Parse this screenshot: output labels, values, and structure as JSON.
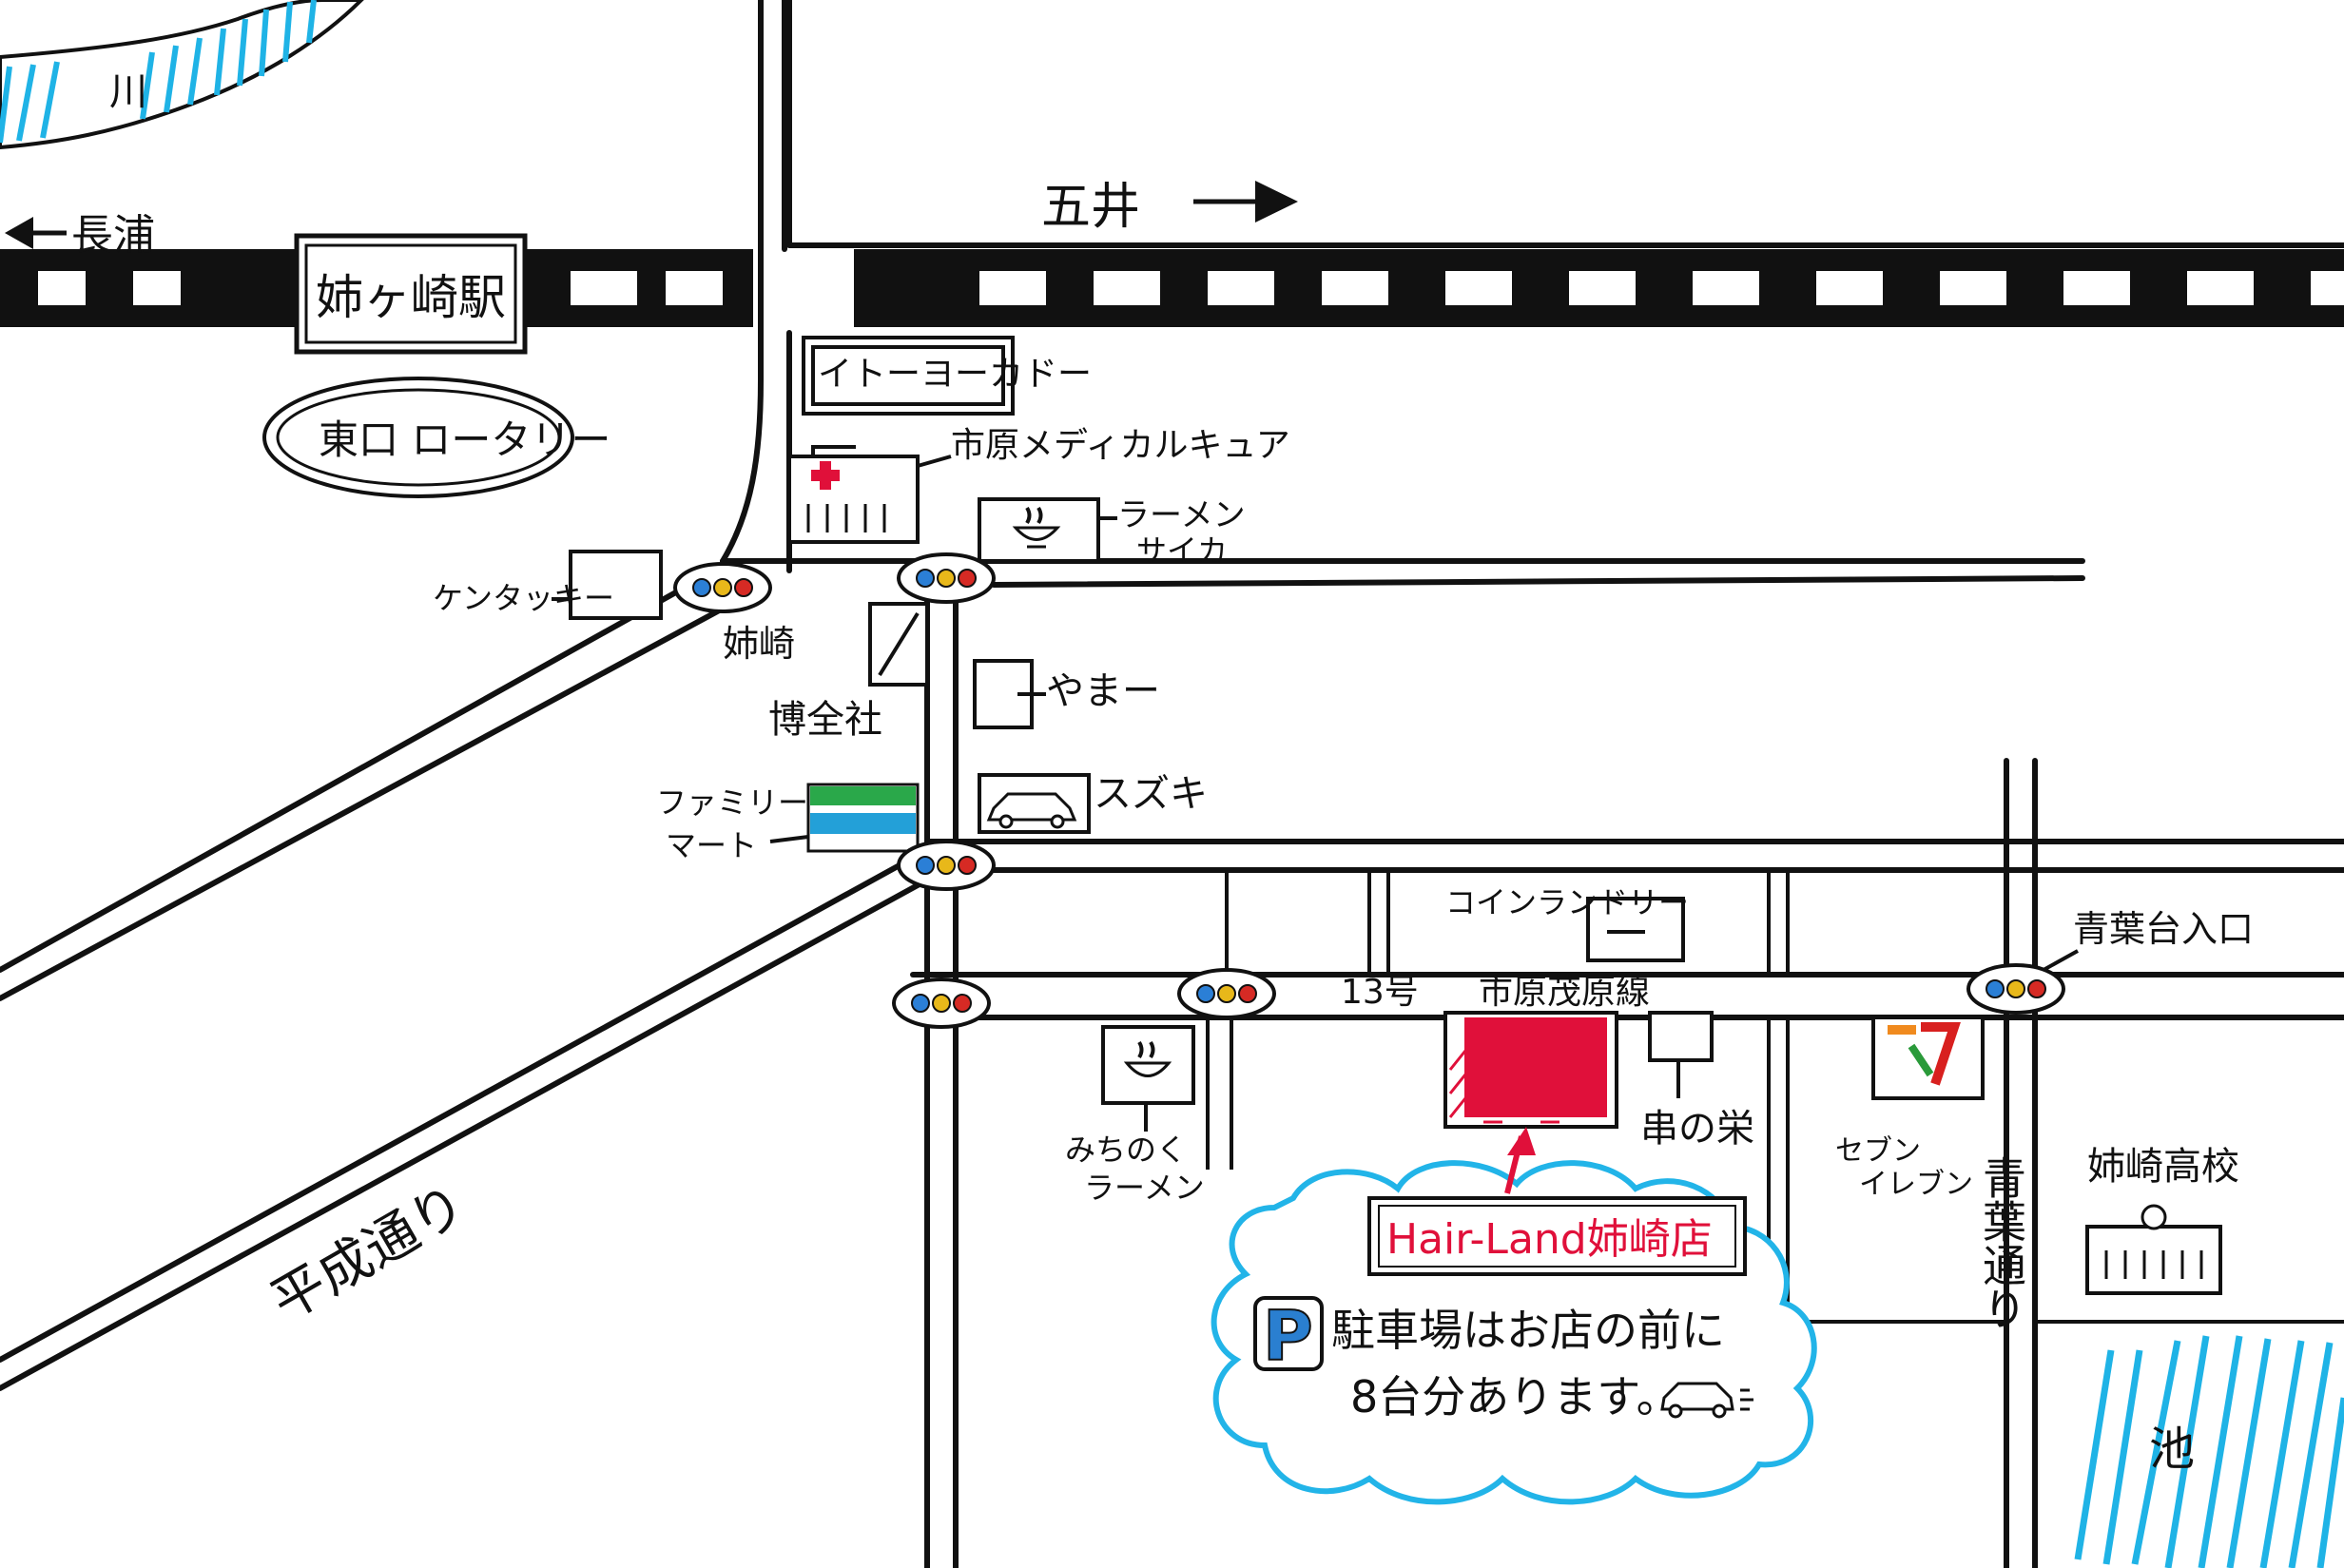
{
  "labels": {
    "station": "姉ヶ崎駅",
    "rotary": "東口 ロータリー",
    "nagaura": "長浦",
    "goi": "五井",
    "river": "川",
    "itoyokado": "イトーヨーカドー",
    "medical": "市原メディカルキュア",
    "ramen_saika": "ラーメン",
    "ramen_saika2": "サイカ",
    "kentucky": "ケンタッキー",
    "signal_anegasaki": "姉崎",
    "hakuzensha": "博全社",
    "yamaichi": "やまー",
    "suzuki": "スズキ",
    "familymart_1": "ファミリー",
    "familymart_2": "マート",
    "coin_laundry": "コインランドリー",
    "route_13": "13号",
    "route_name": "市原茂原線",
    "kushinoei": "串の栄",
    "michinoku_1": "みちのく",
    "michinoku_2": "ラーメン",
    "seven_1": "セブン",
    "seven_2": "イレブン",
    "aobadai": "青葉台入口",
    "aoba_road": "青葉通り",
    "high_school": "姉崎高校",
    "heisei": "平成通り",
    "pond": "池",
    "shop_name": "Hair-Land姉崎店",
    "parking_line1": "駐車場はお店の前に",
    "parking_line2": "8台分あります。",
    "parking_icon": "P"
  },
  "icons": {
    "train": "railway-track-icon",
    "ramen": "ramen-bowl-icon",
    "car": "car-icon",
    "hospital": "hospital-cross-icon",
    "parking": "parking-sign-icon",
    "traffic_light": "traffic-signal-icon"
  },
  "colors": {
    "water": "#1fb3e6",
    "shop": "#e0103a",
    "shop_label": "#e0103a",
    "cloud": "#22b4e8",
    "parking_blue": "#2a7fd0",
    "fm_green": "#2aa84a",
    "fm_blue": "#23a0d8",
    "seven_orange": "#f08a1e",
    "seven_green": "#2a9a3a",
    "seven_red": "#d8201f",
    "light_blue": "#2b7fd6",
    "light_yellow": "#e8b81a",
    "light_red": "#d62a24"
  }
}
